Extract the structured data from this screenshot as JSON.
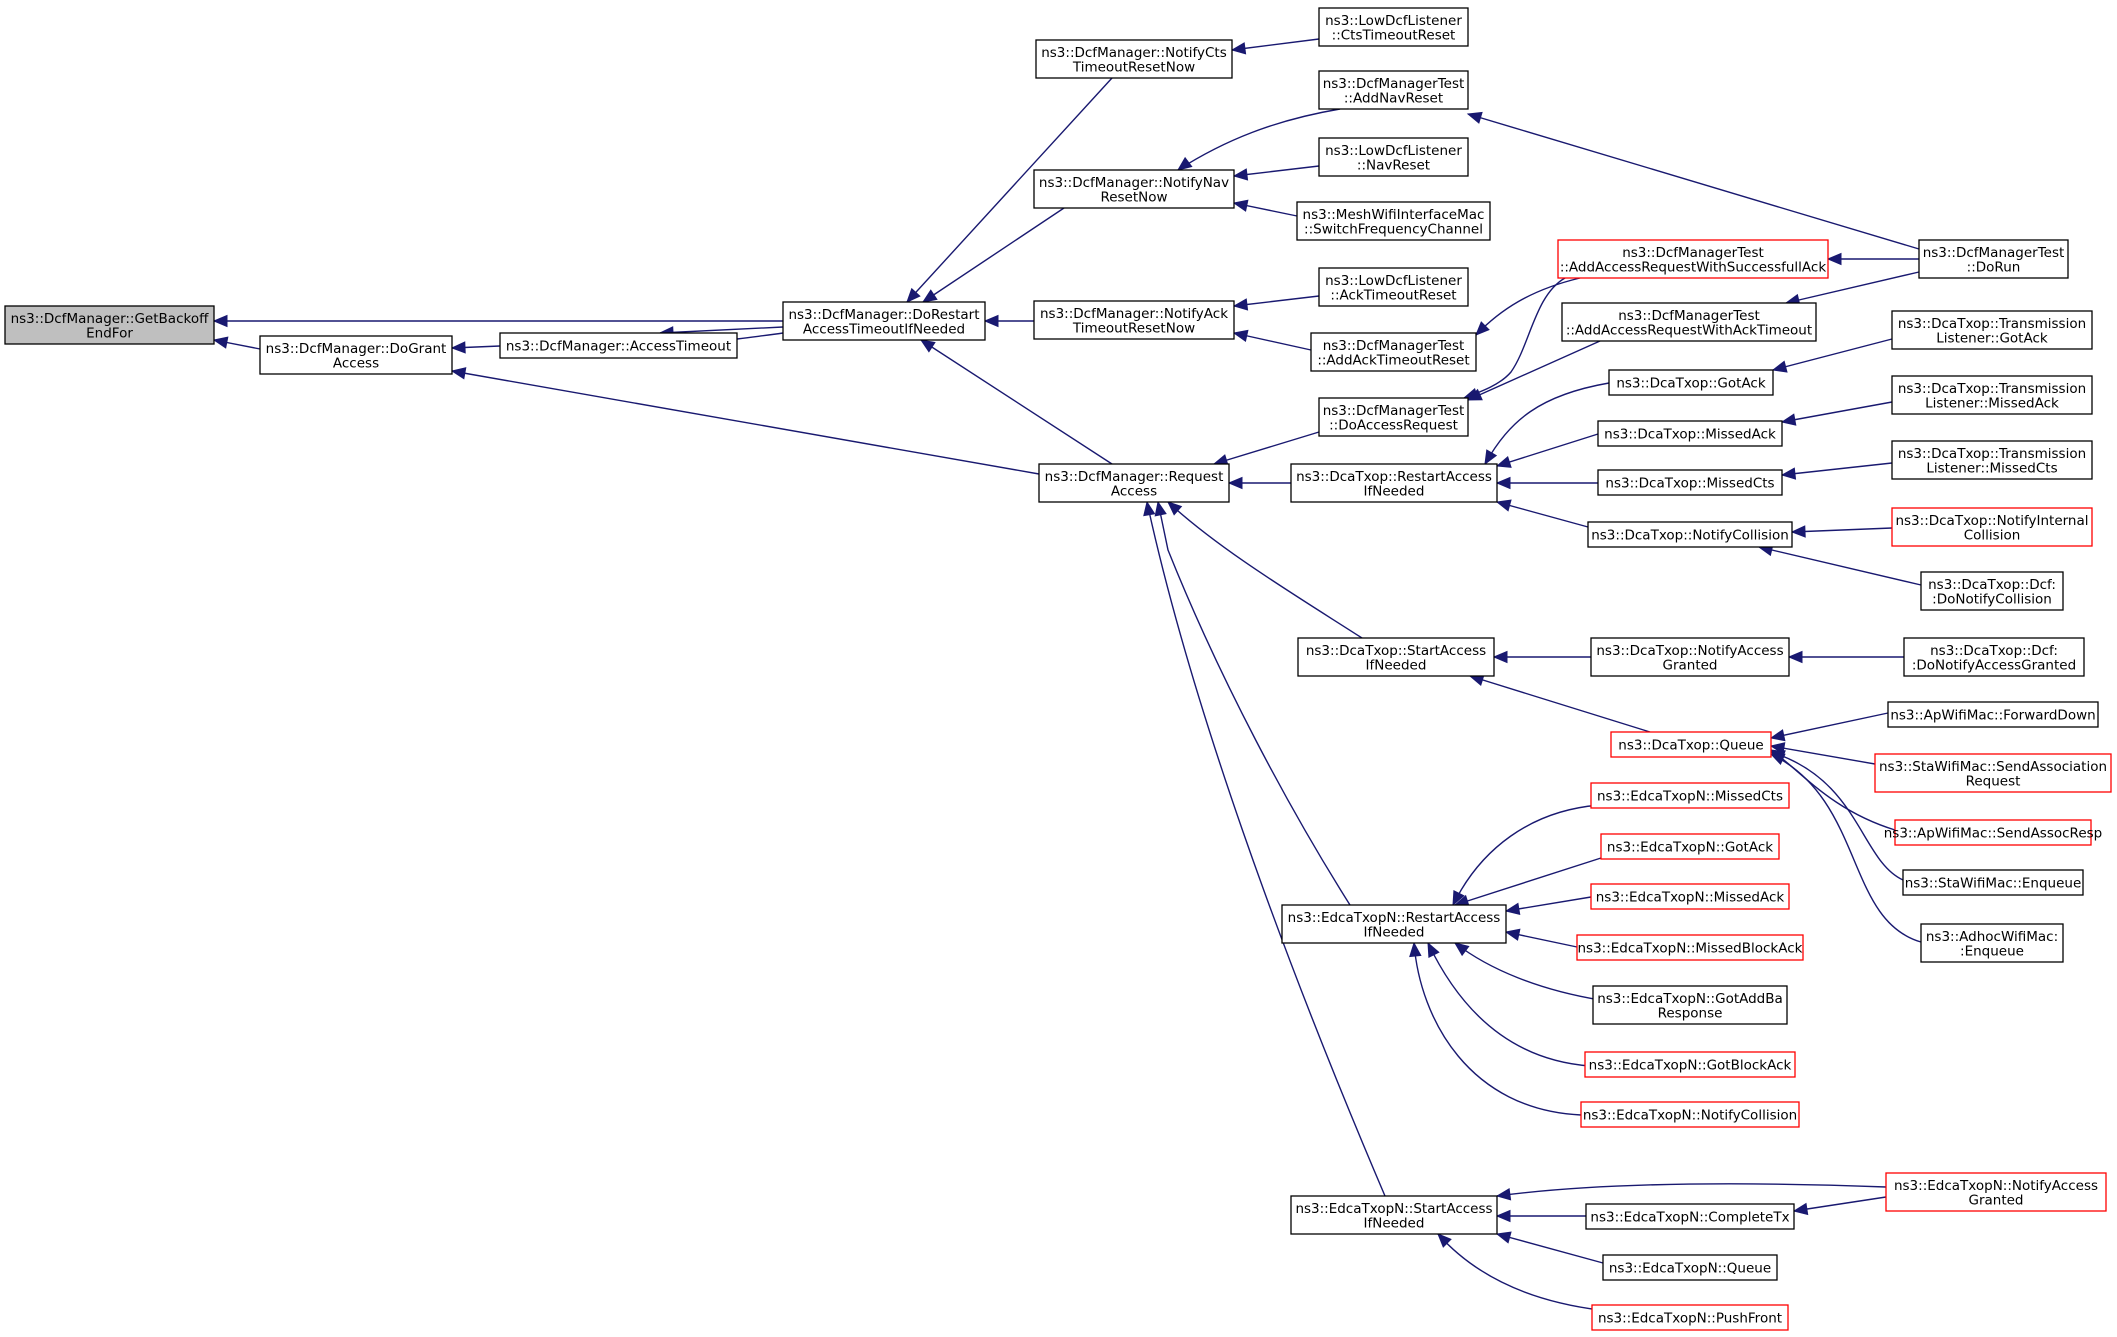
{
  "colors": {
    "edge": "#191970",
    "node_border": "#000000",
    "node_border_truncated": "#ff0000",
    "root_fill": "#bfbfbf",
    "background": "#ffffff"
  },
  "nodes": [
    {
      "id": "getbackoff",
      "lines": [
        "ns3::DcfManager::GetBackoff",
        "EndFor"
      ],
      "style": "root"
    },
    {
      "id": "dogrant",
      "lines": [
        "ns3::DcfManager::DoGrant",
        "Access"
      ],
      "style": "normal"
    },
    {
      "id": "accesstimeout",
      "lines": [
        "ns3::DcfManager::AccessTimeout"
      ],
      "style": "normal"
    },
    {
      "id": "dorestart",
      "lines": [
        "ns3::DcfManager::DoRestart",
        "AccessTimeoutIfNeeded"
      ],
      "style": "normal"
    },
    {
      "id": "notifycts",
      "lines": [
        "ns3::DcfManager::NotifyCts",
        "TimeoutResetNow"
      ],
      "style": "normal"
    },
    {
      "id": "notifynav",
      "lines": [
        "ns3::DcfManager::NotifyNav",
        "ResetNow"
      ],
      "style": "normal"
    },
    {
      "id": "notifyack",
      "lines": [
        "ns3::DcfManager::NotifyAck",
        "TimeoutResetNow"
      ],
      "style": "normal"
    },
    {
      "id": "requestaccess",
      "lines": [
        "ns3::DcfManager::Request",
        "Access"
      ],
      "style": "normal"
    },
    {
      "id": "ctstimeoutreset",
      "lines": [
        "ns3::LowDcfListener",
        "::CtsTimeoutReset"
      ],
      "style": "normal"
    },
    {
      "id": "addnavreset",
      "lines": [
        "ns3::DcfManagerTest",
        "::AddNavReset"
      ],
      "style": "normal"
    },
    {
      "id": "navreset",
      "lines": [
        "ns3::LowDcfListener",
        "::NavReset"
      ],
      "style": "normal"
    },
    {
      "id": "switchfreq",
      "lines": [
        "ns3::MeshWifiInterfaceMac",
        "::SwitchFrequencyChannel"
      ],
      "style": "normal"
    },
    {
      "id": "acktimeoutreset",
      "lines": [
        "ns3::LowDcfListener",
        "::AckTimeoutReset"
      ],
      "style": "normal"
    },
    {
      "id": "addacktimeoutreset",
      "lines": [
        "ns3::DcfManagerTest",
        "::AddAckTimeoutReset"
      ],
      "style": "normal"
    },
    {
      "id": "doaccessrequest",
      "lines": [
        "ns3::DcfManagerTest",
        "::DoAccessRequest"
      ],
      "style": "normal"
    },
    {
      "id": "addaccesssuccess",
      "lines": [
        "ns3::DcfManagerTest",
        "::AddAccessRequestWithSuccessfullAck"
      ],
      "style": "red"
    },
    {
      "id": "addaccessack",
      "lines": [
        "ns3::DcfManagerTest",
        "::AddAccessRequestWithAckTimeout"
      ],
      "style": "normal"
    },
    {
      "id": "dorun",
      "lines": [
        "ns3::DcfManagerTest",
        "::DoRun"
      ],
      "style": "normal"
    },
    {
      "id": "dca_restart",
      "lines": [
        "ns3::DcaTxop::RestartAccess",
        "IfNeeded"
      ],
      "style": "normal"
    },
    {
      "id": "dca_gotack",
      "lines": [
        "ns3::DcaTxop::GotAck"
      ],
      "style": "normal"
    },
    {
      "id": "dca_missedack",
      "lines": [
        "ns3::DcaTxop::MissedAck"
      ],
      "style": "normal"
    },
    {
      "id": "dca_missedcts",
      "lines": [
        "ns3::DcaTxop::MissedCts"
      ],
      "style": "normal"
    },
    {
      "id": "dca_notifycollision",
      "lines": [
        "ns3::DcaTxop::NotifyCollision"
      ],
      "style": "normal"
    },
    {
      "id": "tl_gotack",
      "lines": [
        "ns3::DcaTxop::Transmission",
        "Listener::GotAck"
      ],
      "style": "normal"
    },
    {
      "id": "tl_missedack",
      "lines": [
        "ns3::DcaTxop::Transmission",
        "Listener::MissedAck"
      ],
      "style": "normal"
    },
    {
      "id": "tl_missedcts",
      "lines": [
        "ns3::DcaTxop::Transmission",
        "Listener::MissedCts"
      ],
      "style": "normal"
    },
    {
      "id": "dca_notifyinternal",
      "lines": [
        "ns3::DcaTxop::NotifyInternal",
        "Collision"
      ],
      "style": "red"
    },
    {
      "id": "dcf_donotifycollision",
      "lines": [
        "ns3::DcaTxop::Dcf:",
        ":DoNotifyCollision"
      ],
      "style": "normal"
    },
    {
      "id": "dca_startaccess",
      "lines": [
        "ns3::DcaTxop::StartAccess",
        "IfNeeded"
      ],
      "style": "normal"
    },
    {
      "id": "dca_notifyaccessgranted",
      "lines": [
        "ns3::DcaTxop::NotifyAccess",
        "Granted"
      ],
      "style": "normal"
    },
    {
      "id": "dcf_donotifyaccessgranted",
      "lines": [
        "ns3::DcaTxop::Dcf:",
        ":DoNotifyAccessGranted"
      ],
      "style": "normal"
    },
    {
      "id": "dca_queue",
      "lines": [
        "ns3::DcaTxop::Queue"
      ],
      "style": "red"
    },
    {
      "id": "ap_forwarddown",
      "lines": [
        "ns3::ApWifiMac::ForwardDown"
      ],
      "style": "normal"
    },
    {
      "id": "sta_sendassoc",
      "lines": [
        "ns3::StaWifiMac::SendAssociation",
        "Request"
      ],
      "style": "red"
    },
    {
      "id": "ap_sendassocresp",
      "lines": [
        "ns3::ApWifiMac::SendAssocResp"
      ],
      "style": "red"
    },
    {
      "id": "sta_enqueue",
      "lines": [
        "ns3::StaWifiMac::Enqueue"
      ],
      "style": "normal"
    },
    {
      "id": "adhoc_enqueue",
      "lines": [
        "ns3::AdhocWifiMac:",
        ":Enqueue"
      ],
      "style": "normal"
    },
    {
      "id": "edca_restart",
      "lines": [
        "ns3::EdcaTxopN::RestartAccess",
        "IfNeeded"
      ],
      "style": "normal"
    },
    {
      "id": "edca_missedcts",
      "lines": [
        "ns3::EdcaTxopN::MissedCts"
      ],
      "style": "red"
    },
    {
      "id": "edca_gotack",
      "lines": [
        "ns3::EdcaTxopN::GotAck"
      ],
      "style": "red"
    },
    {
      "id": "edca_missedack",
      "lines": [
        "ns3::EdcaTxopN::MissedAck"
      ],
      "style": "red"
    },
    {
      "id": "edca_missedblockack",
      "lines": [
        "ns3::EdcaTxopN::MissedBlockAck"
      ],
      "style": "red"
    },
    {
      "id": "edca_gotaddba",
      "lines": [
        "ns3::EdcaTxopN::GotAddBa",
        "Response"
      ],
      "style": "normal"
    },
    {
      "id": "edca_gotblockack",
      "lines": [
        "ns3::EdcaTxopN::GotBlockAck"
      ],
      "style": "red"
    },
    {
      "id": "edca_notifycollision",
      "lines": [
        "ns3::EdcaTxopN::NotifyCollision"
      ],
      "style": "red"
    },
    {
      "id": "edca_startaccess",
      "lines": [
        "ns3::EdcaTxopN::StartAccess",
        "IfNeeded"
      ],
      "style": "normal"
    },
    {
      "id": "edca_completetx",
      "lines": [
        "ns3::EdcaTxopN::CompleteTx"
      ],
      "style": "normal"
    },
    {
      "id": "edca_queue",
      "lines": [
        "ns3::EdcaTxopN::Queue"
      ],
      "style": "normal"
    },
    {
      "id": "edca_pushfront",
      "lines": [
        "ns3::EdcaTxopN::PushFront"
      ],
      "style": "red"
    },
    {
      "id": "edca_notifyaccessgranted",
      "lines": [
        "ns3::EdcaTxopN::NotifyAccess",
        "Granted"
      ],
      "style": "red"
    }
  ],
  "edges": [
    {
      "from": "dogrant",
      "to": "getbackoff"
    },
    {
      "from": "dorestart",
      "to": "getbackoff"
    },
    {
      "from": "accesstimeout",
      "to": "dogrant"
    },
    {
      "from": "requestaccess",
      "to": "dogrant"
    },
    {
      "from": "dorestart",
      "to": "accesstimeout"
    },
    {
      "from": "accesstimeout",
      "to": "dorestart"
    },
    {
      "from": "notifycts",
      "to": "dorestart"
    },
    {
      "from": "notifynav",
      "to": "dorestart"
    },
    {
      "from": "notifyack",
      "to": "dorestart"
    },
    {
      "from": "requestaccess",
      "to": "dorestart"
    },
    {
      "from": "ctstimeoutreset",
      "to": "notifycts"
    },
    {
      "from": "addnavreset",
      "to": "notifynav"
    },
    {
      "from": "navreset",
      "to": "notifynav"
    },
    {
      "from": "switchfreq",
      "to": "notifynav"
    },
    {
      "from": "acktimeoutreset",
      "to": "notifyack"
    },
    {
      "from": "addacktimeoutreset",
      "to": "notifyack"
    },
    {
      "from": "dorun",
      "to": "addnavreset"
    },
    {
      "from": "dorun",
      "to": "addaccesssuccess"
    },
    {
      "from": "dorun",
      "to": "addaccessack"
    },
    {
      "from": "addaccesssuccess",
      "to": "addacktimeoutreset"
    },
    {
      "from": "addaccesssuccess",
      "to": "doaccessrequest"
    },
    {
      "from": "addaccessack",
      "to": "doaccessrequest"
    },
    {
      "from": "doaccessrequest",
      "to": "requestaccess"
    },
    {
      "from": "dca_restart",
      "to": "requestaccess"
    },
    {
      "from": "dca_startaccess",
      "to": "requestaccess"
    },
    {
      "from": "edca_restart",
      "to": "requestaccess"
    },
    {
      "from": "edca_startaccess",
      "to": "requestaccess"
    },
    {
      "from": "dca_gotack",
      "to": "dca_restart"
    },
    {
      "from": "dca_missedack",
      "to": "dca_restart"
    },
    {
      "from": "dca_missedcts",
      "to": "dca_restart"
    },
    {
      "from": "dca_notifycollision",
      "to": "dca_restart"
    },
    {
      "from": "tl_gotack",
      "to": "dca_gotack"
    },
    {
      "from": "tl_missedack",
      "to": "dca_missedack"
    },
    {
      "from": "tl_missedcts",
      "to": "dca_missedcts"
    },
    {
      "from": "dca_notifyinternal",
      "to": "dca_notifycollision"
    },
    {
      "from": "dcf_donotifycollision",
      "to": "dca_notifycollision"
    },
    {
      "from": "dca_notifyaccessgranted",
      "to": "dca_startaccess"
    },
    {
      "from": "dca_queue",
      "to": "dca_startaccess"
    },
    {
      "from": "dcf_donotifyaccessgranted",
      "to": "dca_notifyaccessgranted"
    },
    {
      "from": "ap_forwarddown",
      "to": "dca_queue"
    },
    {
      "from": "sta_sendassoc",
      "to": "dca_queue"
    },
    {
      "from": "ap_sendassocresp",
      "to": "dca_queue"
    },
    {
      "from": "sta_enqueue",
      "to": "dca_queue"
    },
    {
      "from": "adhoc_enqueue",
      "to": "dca_queue"
    },
    {
      "from": "edca_missedcts",
      "to": "edca_restart"
    },
    {
      "from": "edca_gotack",
      "to": "edca_restart"
    },
    {
      "from": "edca_missedack",
      "to": "edca_restart"
    },
    {
      "from": "edca_missedblockack",
      "to": "edca_restart"
    },
    {
      "from": "edca_gotaddba",
      "to": "edca_restart"
    },
    {
      "from": "edca_gotblockack",
      "to": "edca_restart"
    },
    {
      "from": "edca_notifycollision",
      "to": "edca_restart"
    },
    {
      "from": "edca_notifyaccessgranted",
      "to": "edca_startaccess"
    },
    {
      "from": "edca_completetx",
      "to": "edca_startaccess"
    },
    {
      "from": "edca_queue",
      "to": "edca_startaccess"
    },
    {
      "from": "edca_pushfront",
      "to": "edca_startaccess"
    },
    {
      "from": "edca_notifyaccessgranted",
      "to": "edca_completetx"
    }
  ]
}
